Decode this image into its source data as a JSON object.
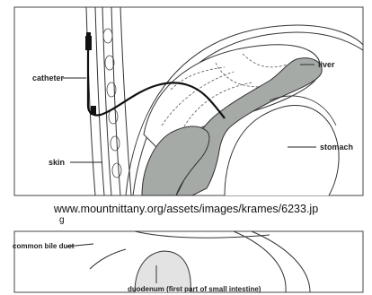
{
  "figure": {
    "labels": {
      "catheter": "catheter",
      "liver": "liver",
      "stomach": "stomach",
      "skin": "skin",
      "common_bile_duct": "common bile duct",
      "duodenum": "duodenum (first part of small intestine)"
    },
    "caption": "www.mountnittany.org/assets/images/krames/6233.jp",
    "caption_tail": "g"
  },
  "colors": {
    "organ_fill": "#a6aaa6",
    "line": "#2a2a2a",
    "background": "#ffffff"
  }
}
